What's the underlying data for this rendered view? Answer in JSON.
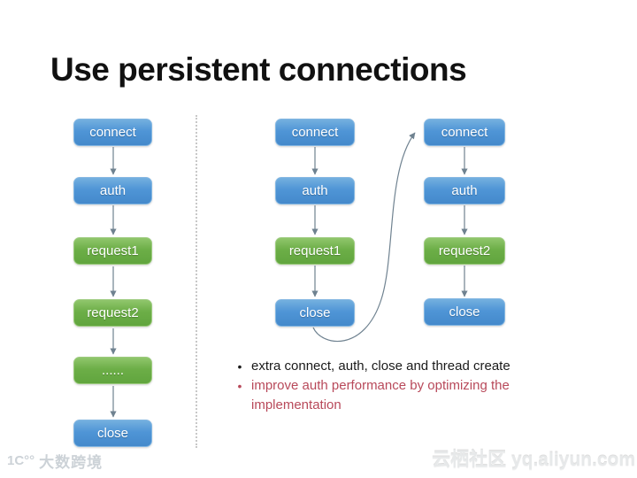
{
  "slide": {
    "title": "Use persistent connections"
  },
  "diagram": {
    "columns": [
      {
        "id": "short-connections",
        "boxes": [
          {
            "label": "connect",
            "color": "blue"
          },
          {
            "label": "auth",
            "color": "blue"
          },
          {
            "label": "request1",
            "color": "green"
          },
          {
            "label": "request2",
            "color": "green"
          },
          {
            "label": "......",
            "color": "green"
          },
          {
            "label": "close",
            "color": "blue"
          }
        ]
      },
      {
        "id": "persistent-connection-1",
        "boxes": [
          {
            "label": "connect",
            "color": "blue"
          },
          {
            "label": "auth",
            "color": "blue"
          },
          {
            "label": "request1",
            "color": "green"
          },
          {
            "label": "close",
            "color": "blue"
          }
        ]
      },
      {
        "id": "persistent-connection-2",
        "boxes": [
          {
            "label": "connect",
            "color": "blue"
          },
          {
            "label": "auth",
            "color": "blue"
          },
          {
            "label": "request2",
            "color": "green"
          },
          {
            "label": "close",
            "color": "blue"
          }
        ]
      }
    ]
  },
  "bullets": {
    "marker": "•",
    "items": [
      {
        "text": "extra connect, auth, close and thread create",
        "color": "#1a1a1a"
      },
      {
        "text": "improve auth performance by optimizing the implementation",
        "color": "#b8495a"
      }
    ]
  },
  "watermarks": {
    "bottom_left_logo": "1C°°",
    "bottom_left_text": "大数跨境",
    "bottom_right_text": "云栖社区 yq.aliyun.com"
  },
  "colors": {
    "box_blue": "#4b92d4",
    "box_green": "#6aad45",
    "arrow": "#6f8290",
    "bullet_red": "#b8495a"
  }
}
